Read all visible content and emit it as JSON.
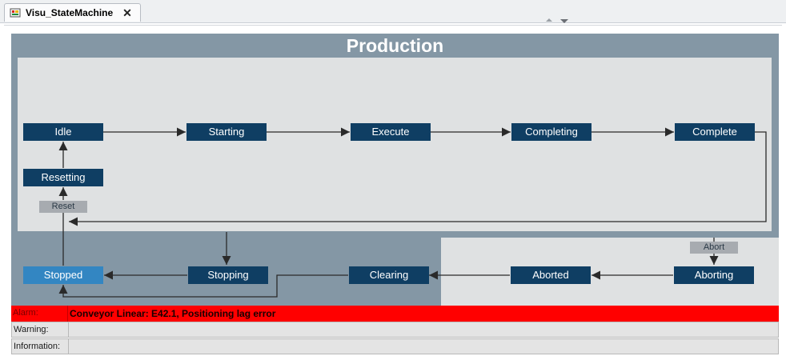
{
  "tab": {
    "title": "Visu_StateMachine",
    "icon": "visualization-icon"
  },
  "panel": {
    "title": "Production"
  },
  "states": {
    "idle": "Idle",
    "starting": "Starting",
    "execute": "Execute",
    "completing": "Completing",
    "complete": "Complete",
    "resetting": "Resetting",
    "stopped": "Stopped",
    "stopping": "Stopping",
    "clearing": "Clearing",
    "aborted": "Aborted",
    "aborting": "Aborting"
  },
  "active_state": "Stopped",
  "commands": {
    "reset": "Reset",
    "abort": "Abort"
  },
  "messages": {
    "alarm_label": "Alarm:",
    "alarm_text": "Conveyor Linear: E42.1, Positioning lag error",
    "warning_label": "Warning:",
    "warning_text": "",
    "info_label": "Information:",
    "info_text": ""
  },
  "colors": {
    "state_box": "#0f3e63",
    "active_state": "#3386c2",
    "panel_outer": "#8497a5",
    "panel_inner": "#dfe1e2",
    "command_button": "#a7abb0",
    "alarm_bar": "#ff0000"
  }
}
